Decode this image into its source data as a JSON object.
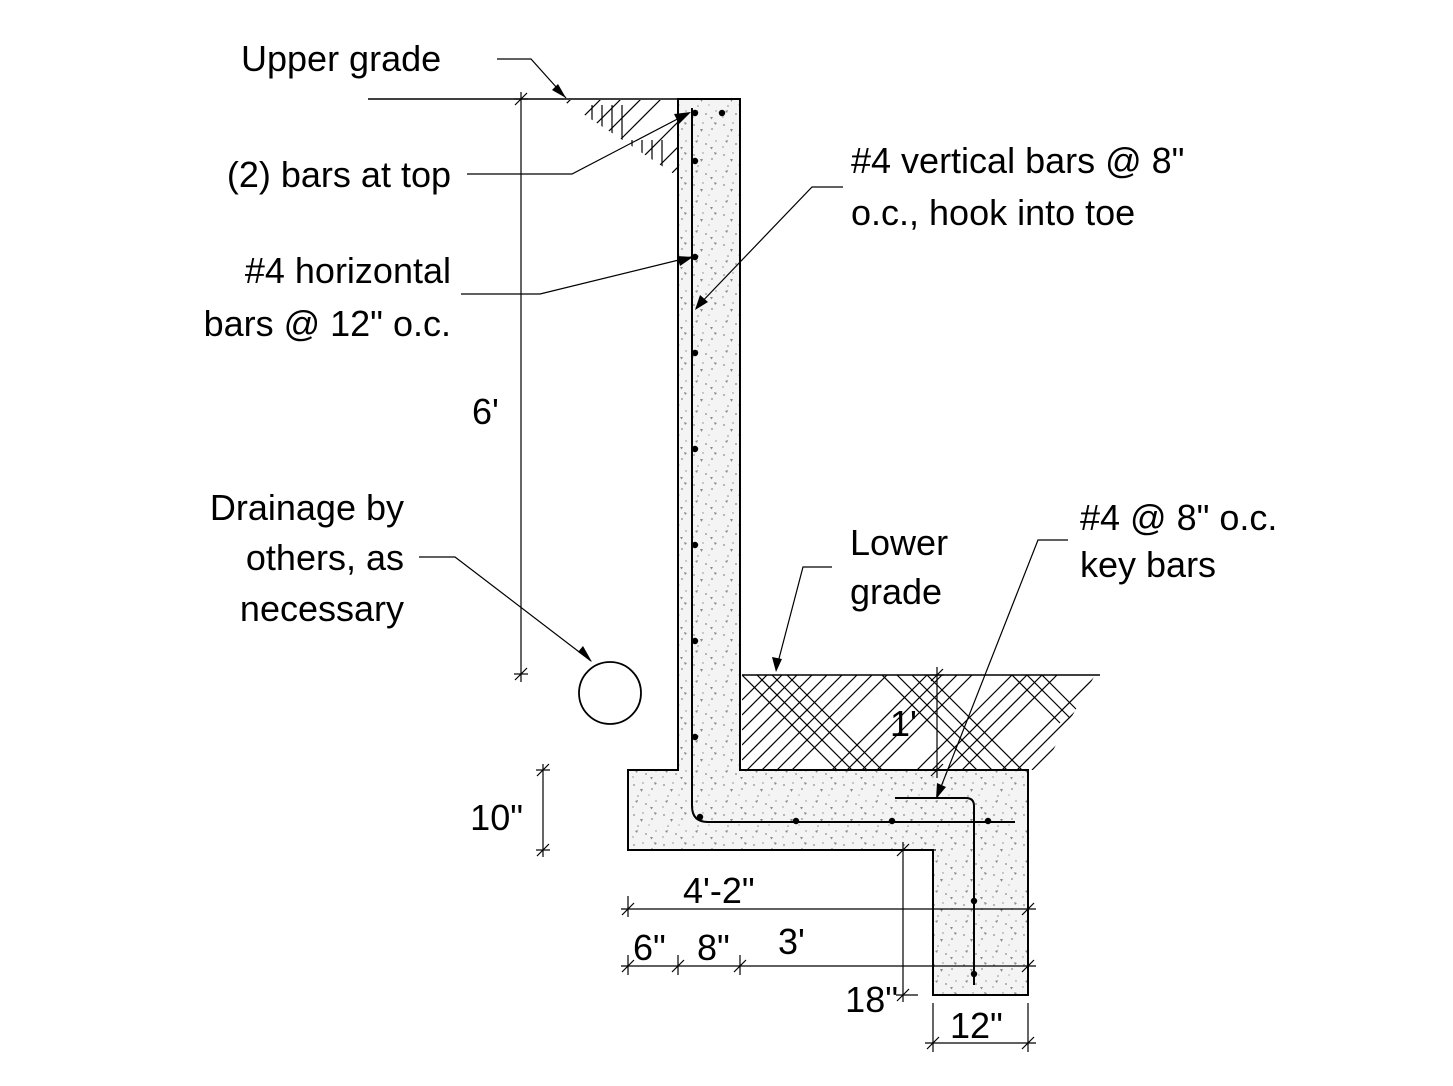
{
  "labels": {
    "upper_grade": "Upper grade",
    "bars_at_top": "(2) bars at top",
    "vertical_bars_line1": "#4 vertical bars @ 8\"",
    "vertical_bars_line2": "o.c., hook into toe",
    "horizontal_bars_line1": "#4 horizontal",
    "horizontal_bars_line2": "bars @ 12\" o.c.",
    "drainage_line1": "Drainage by",
    "drainage_line2": "others, as",
    "drainage_line3": "necessary",
    "lower_grade_line1": "Lower",
    "lower_grade_line2": "grade",
    "key_bars_line1": "#4 @ 8\" o.c.",
    "key_bars_line2": "key bars"
  },
  "dimensions": {
    "wall_height": "6'",
    "lower_cover": "1'",
    "footing_thickness": "10\"",
    "footing_width": "4'-2\"",
    "heel": "6\"",
    "stem": "8\"",
    "toe": "3'",
    "key_depth": "18\"",
    "key_width": "12\""
  },
  "colors": {
    "line": "#000000",
    "background": "#ffffff",
    "concrete_fill": "#f4f4f4",
    "concrete_speckle": "#8a8a8a"
  }
}
